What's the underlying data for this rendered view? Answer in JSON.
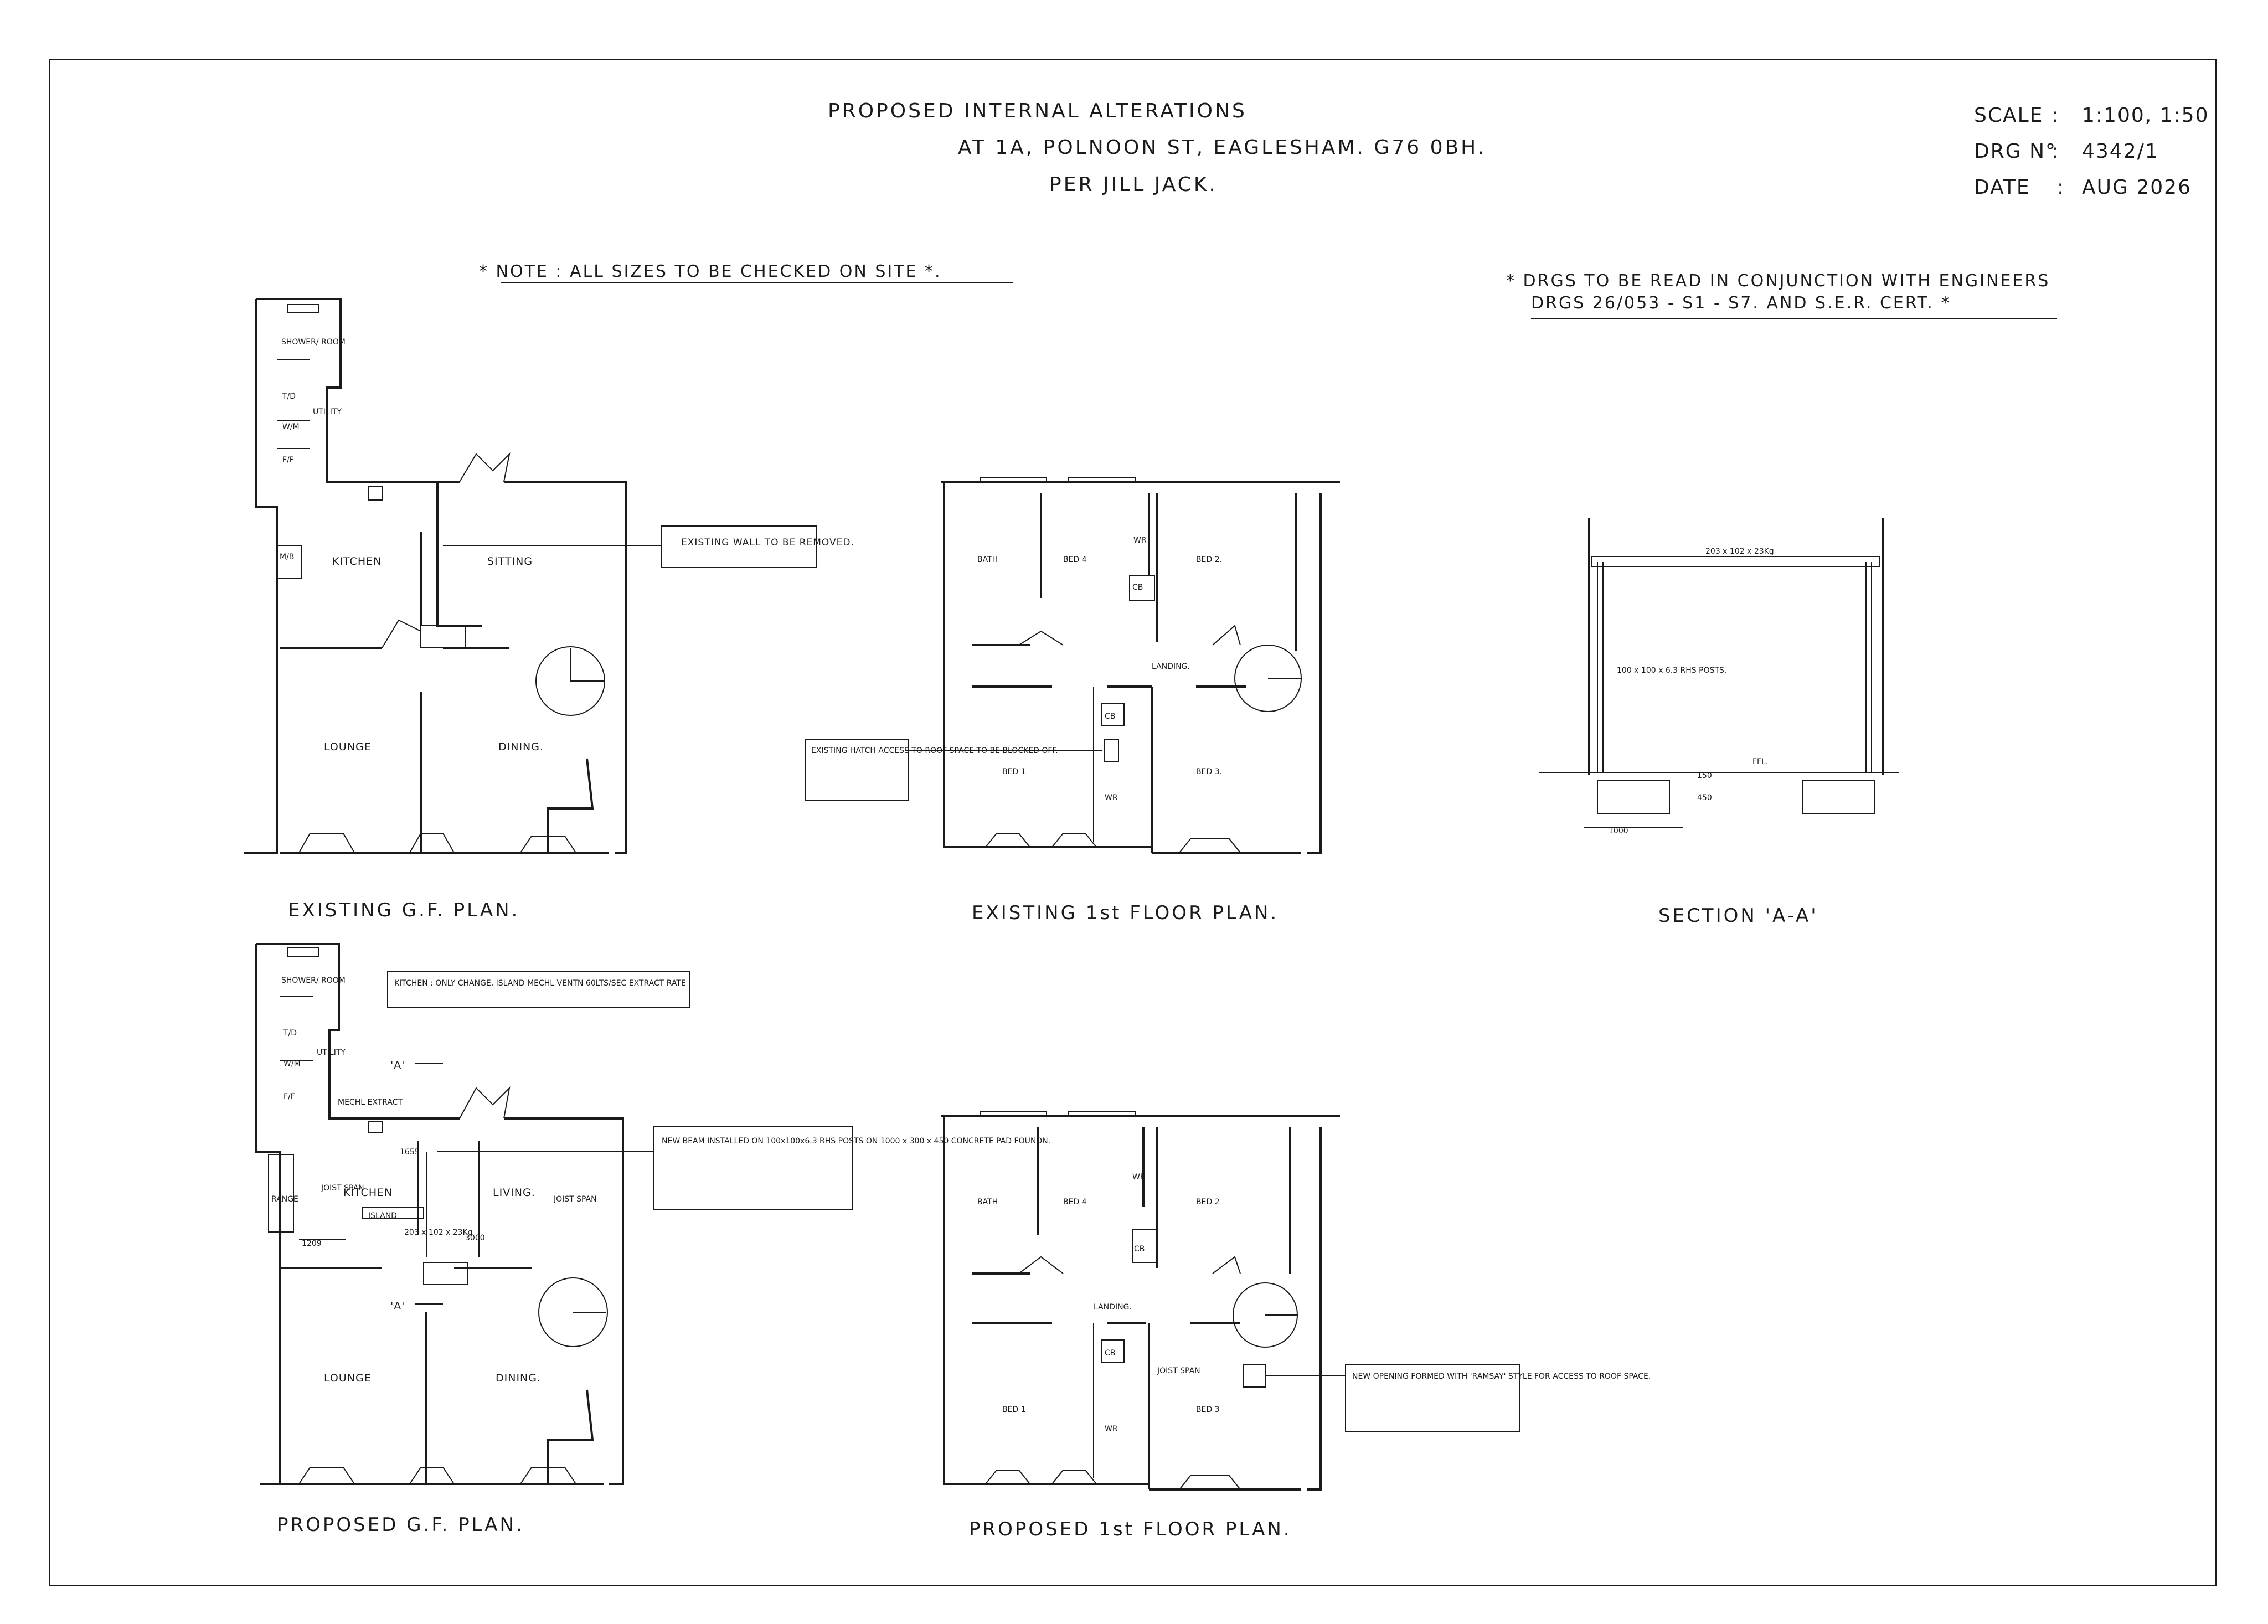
{
  "header": {
    "line1": "PROPOSED INTERNAL ALTERATIONS",
    "line2": "AT 1A, POLNOON ST, EAGLESHAM. G76 0BH.",
    "line3": "PER JILL JACK."
  },
  "meta": {
    "scale_label": "SCALE",
    "scale_value": "1:100, 1:50",
    "drg_label": "DRG N°",
    "drg_value": "4342/1",
    "date_label": "DATE",
    "date_value": "AUG 2026"
  },
  "notes": {
    "sizes": "* NOTE : ALL SIZES TO BE CHECKED ON SITE *.",
    "engineers_1": "* DRGS TO BE READ IN CONJUNCTION WITH ENGINEERS",
    "engineers_2": "DRGS 26/053 - S1 - S7. AND S.E.R. CERT. *"
  },
  "existing_gf": {
    "title": "EXISTING G.F. PLAN.",
    "rooms": {
      "shower": "SHOWER/ ROOM",
      "td": "T/D",
      "wm": "W/M",
      "ff": "F/F",
      "utility": "UTILITY",
      "mb": "M/B",
      "kitchen": "KITCHEN",
      "sitting": "SITTING",
      "lounge": "LOUNGE",
      "dining": "DINING."
    },
    "callout": "EXISTING WALL TO BE REMOVED."
  },
  "existing_ff": {
    "title": "EXISTING 1st FLOOR PLAN.",
    "rooms": {
      "bath": "BATH",
      "bed4": "BED 4",
      "wr": "WR",
      "bed2": "BED 2.",
      "cb": "CB",
      "landing": "LANDING.",
      "cb2": "CB",
      "bed1": "BED 1",
      "wr2": "WR",
      "bed3": "BED 3."
    },
    "callout": "EXISTING HATCH ACCESS TO ROOF SPACE TO BE BLOCKED OFF."
  },
  "section": {
    "title": "SECTION 'A-A'",
    "beam": "203 x 102 x 23Kg",
    "posts": "100 x 100 x 6.3 RHS POSTS.",
    "ffl": "FFL.",
    "dim_150": "150",
    "dim_450": "450",
    "dim_1000": "1000"
  },
  "proposed_gf": {
    "title": "PROPOSED G.F. PLAN.",
    "rooms": {
      "shower": "SHOWER/ ROOM",
      "td": "T/D",
      "wm": "W/M",
      "ff": "F/F",
      "utility": "UTILITY",
      "mech": "MECHL EXTRACT",
      "range": "RANGE",
      "kitchen": "KITCHEN",
      "island": "ISLAND",
      "living": "LIVING.",
      "lounge": "LOUNGE",
      "dining": "DINING."
    },
    "section_mark": "'A'",
    "joist": "JOIST SPAN",
    "dims": {
      "d1209": "1209",
      "d3000": "3000",
      "d1655": "1655",
      "beam": "203 x 102 x 23Kg"
    },
    "callout_kitchen": "KITCHEN : ONLY CHANGE, ISLAND MECHL VENTN 60LTS/SEC EXTRACT RATE",
    "callout_beam": "NEW BEAM INSTALLED ON 100x100x6.3 RHS POSTS ON 1000 x 300 x 450 CONCRETE PAD FOUNDN."
  },
  "proposed_ff": {
    "title": "PROPOSED 1st FLOOR PLAN.",
    "rooms": {
      "bath": "BATH",
      "bed4": "BED 4",
      "wr": "WR",
      "bed2": "BED 2",
      "cb": "CB",
      "landing": "LANDING.",
      "cb2": "CB",
      "bed1": "BED 1",
      "wr2": "WR",
      "bed3": "BED 3",
      "joist": "JOIST SPAN"
    },
    "callout": "NEW OPENING FORMED WITH 'RAMSAY' STYLE FOR ACCESS TO ROOF SPACE."
  }
}
